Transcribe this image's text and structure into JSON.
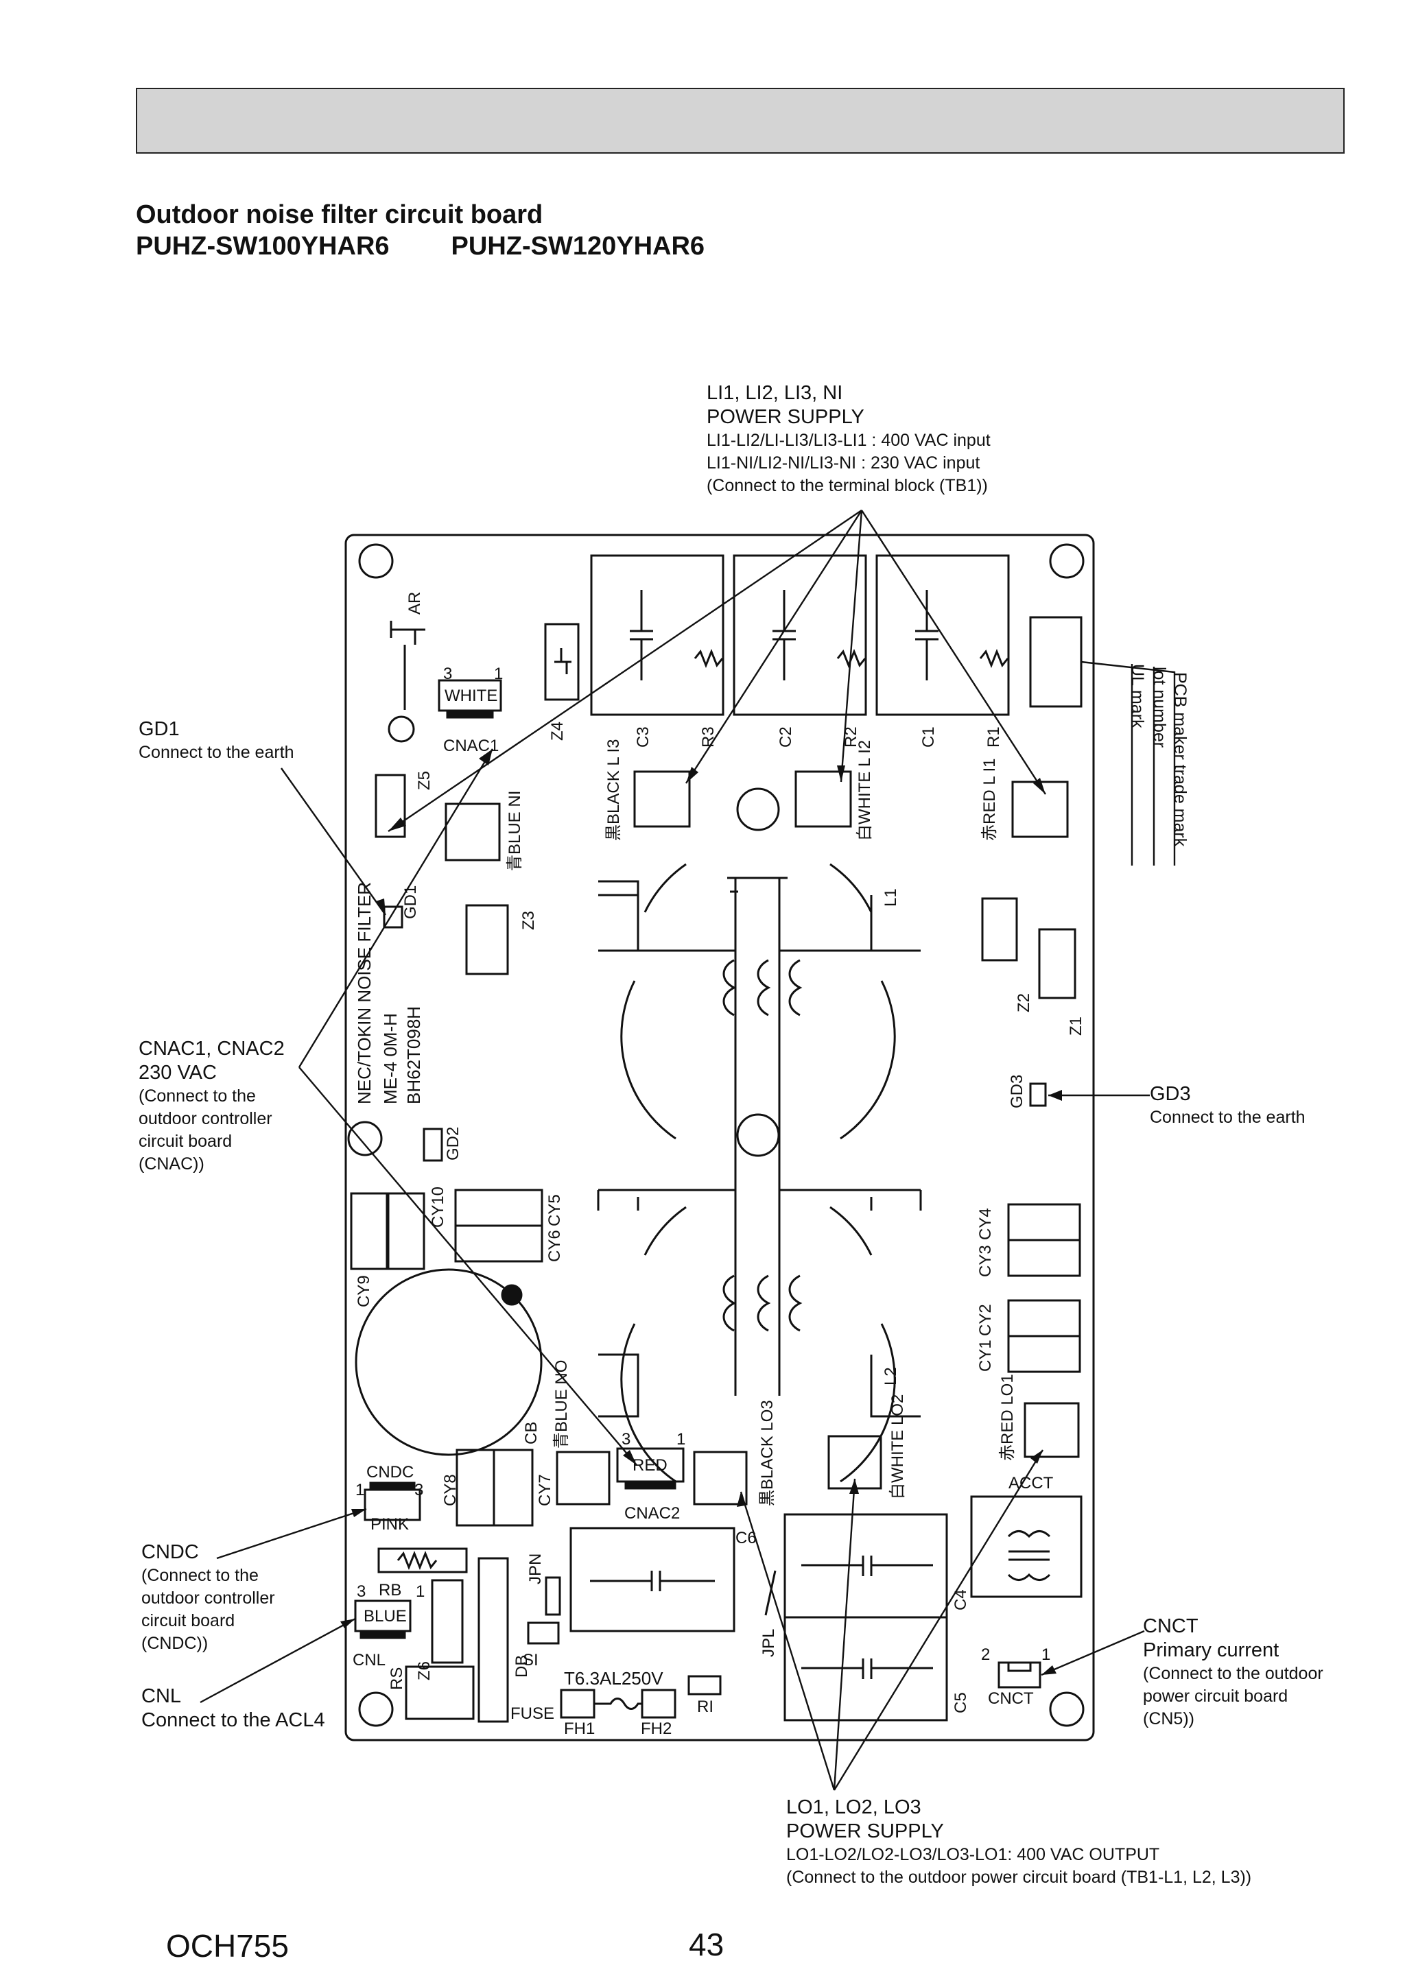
{
  "page": {
    "title_line1": "Outdoor noise filter circuit board",
    "model_a": "PUHZ-SW100YHAR6",
    "model_b": "PUHZ-SW120YHAR6",
    "doc_code": "OCH755",
    "page_number": "43"
  },
  "callouts": {
    "power_in": {
      "title": "LI1, LI2, LI3, NI",
      "subtitle": "POWER SUPPLY",
      "lines": [
        "LI1-LI2/LI-LI3/LI3-LI1 : 400 VAC input",
        "LI1-NI/LI2-NI/LI3-NI : 230 VAC input",
        "(Connect to the terminal block (TB1))"
      ]
    },
    "gd1": {
      "title": "GD1",
      "desc": "Connect to the earth"
    },
    "cnac": {
      "title": "CNAC1, CNAC2",
      "subtitle": "230 VAC",
      "lines": [
        "(Connect to the",
        "outdoor controller",
        "circuit board",
        "(CNAC))"
      ]
    },
    "gd3": {
      "title": "GD3",
      "desc": "Connect to the earth"
    },
    "cndc": {
      "title": "CNDC",
      "lines": [
        "(Connect to the",
        "outdoor controller",
        "circuit board",
        "(CNDC))"
      ]
    },
    "cnl": {
      "title": "CNL",
      "desc": "Connect to the ACL4"
    },
    "cnct": {
      "title": "CNCT",
      "subtitle": "Primary current",
      "lines": [
        "(Connect to the outdoor",
        "power circuit board",
        "(CN5))"
      ]
    },
    "power_out": {
      "title": "LO1, LO2, LO3",
      "subtitle": "POWER SUPPLY",
      "lines": [
        "LO1-LO2/LO2-LO3/LO3-LO1: 400 VAC OUTPUT",
        "(Connect to the outdoor power circuit board (TB1-L1, L2, L3))"
      ]
    },
    "pcb_mark": [
      "PCB maker trade mark",
      "lot number",
      "UL mark"
    ]
  },
  "board": {
    "silkscreen": "NEC/TOKIN NOISE FILTER",
    "part_code": "ME-4    0M-H",
    "board_code": "BH62T098H",
    "fuse_rating": "T6.3AL250V",
    "labels": {
      "ar": "AR",
      "z1": "Z1",
      "z2": "Z2",
      "z3": "Z3",
      "z4": "Z4",
      "z5": "Z5",
      "z6": "Z6",
      "c1": "C1",
      "c2": "C2",
      "c3": "C3",
      "c4": "C4",
      "c5": "C5",
      "c6": "C6",
      "r1": "R1",
      "r2": "R2",
      "r3": "R3",
      "l1": "L1",
      "l2": "L2",
      "gd1": "GD1",
      "gd2": "GD2",
      "gd3": "GD3",
      "cy1": "CY1",
      "cy2": "CY2",
      "cy3": "CY3",
      "cy4": "CY4",
      "cy5": "CY5",
      "cy6": "CY6",
      "cy7": "CY7",
      "cy8": "CY8",
      "cy9": "CY9",
      "cy10": "CY10",
      "cb": "CB",
      "rb": "RB",
      "rs": "RS",
      "db": "DB",
      "si": "SI",
      "ri": "RI",
      "jpn": "JPN",
      "jpl": "JPL",
      "fuse": "FUSE",
      "fh1": "FH1",
      "fh2": "FH2",
      "cnac1": "CNAC1",
      "cnac2": "CNAC2",
      "cndc": "CNDC",
      "cnl": "CNL",
      "cnct": "CNCT",
      "acct": "ACCT",
      "white": "WHITE",
      "red": "RED",
      "pink": "PINK",
      "blue": "BLUE",
      "li3": "黒BLACK L I3",
      "li2": "白WHITE L I2",
      "li1": "赤RED L I1",
      "ni": "青BLUE NI",
      "no": "青BLUE NO",
      "lo3": "黒BLACK LO3",
      "lo2": "白WHITE LO2",
      "lo1": "赤RED LO1",
      "pin3": "3",
      "pin1": "1",
      "pin2": "2"
    }
  }
}
